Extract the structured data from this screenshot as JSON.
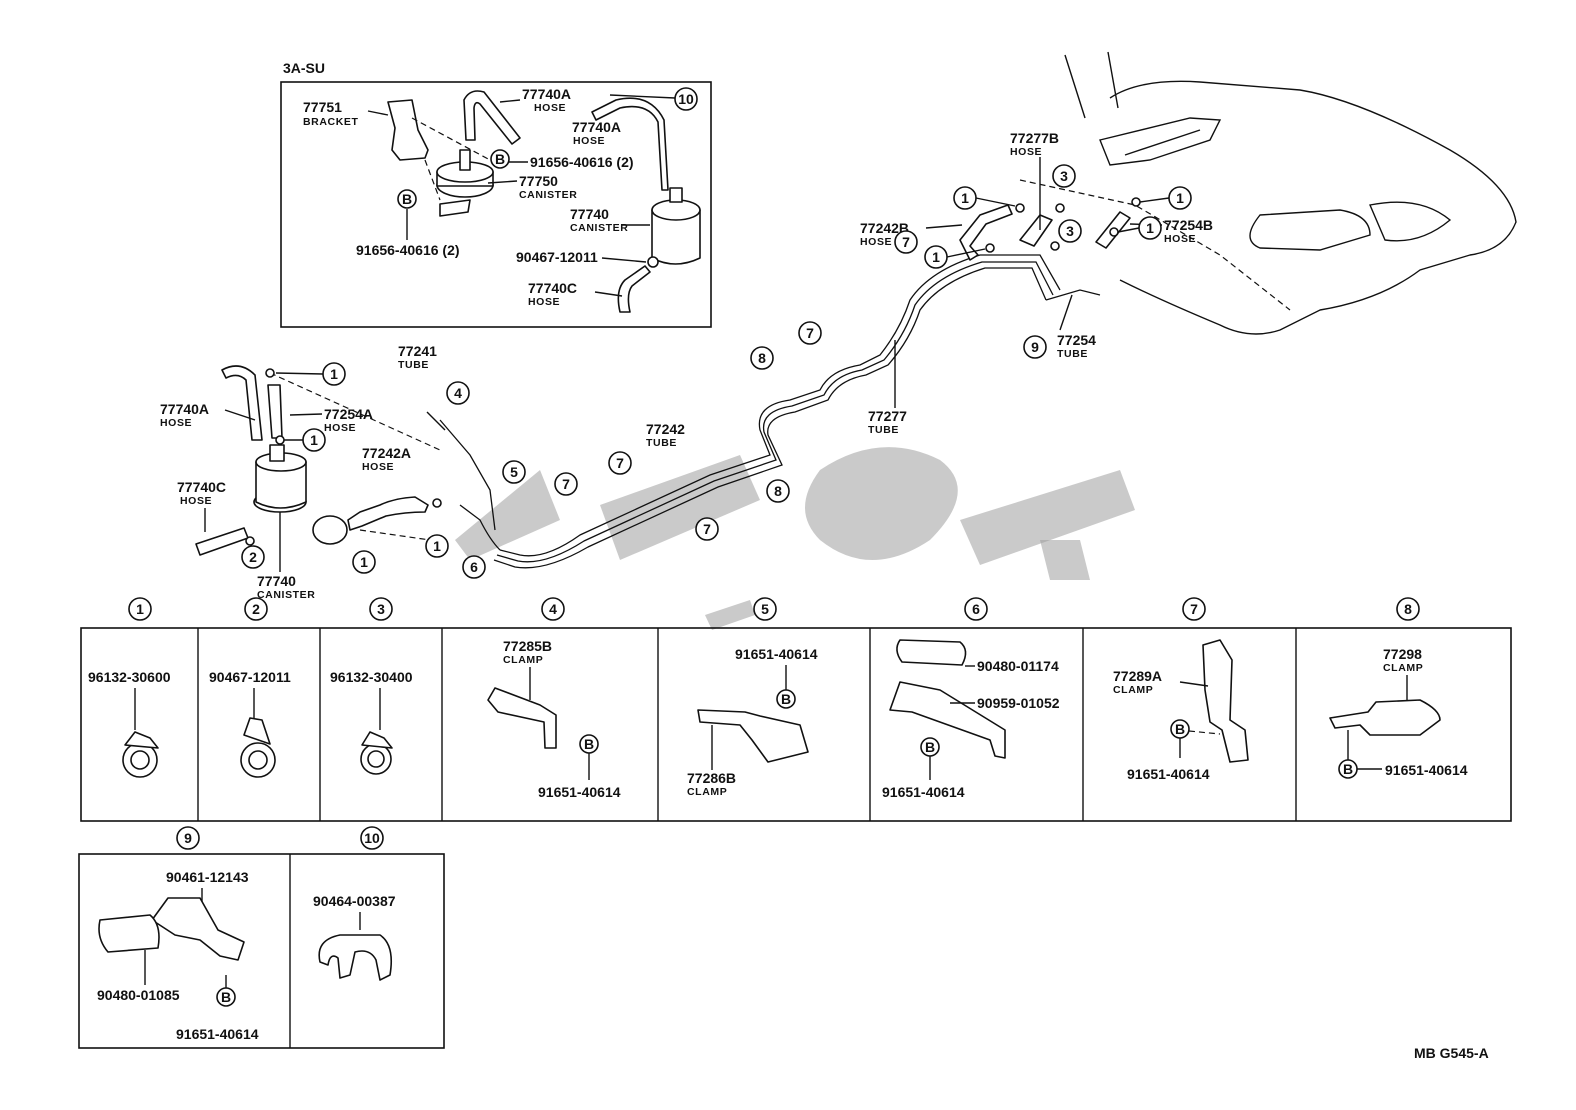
{
  "inset": {
    "title": "3A-SU",
    "labels": [
      {
        "pn": "77751",
        "name": "BRACKET"
      },
      {
        "pn": "77740A",
        "name": "HOSE"
      },
      {
        "pn": "77740A",
        "name": "HOSE"
      },
      {
        "pn": "91656-40616 (2)",
        "name": ""
      },
      {
        "pn": "77750",
        "name": "CANISTER"
      },
      {
        "pn": "77740",
        "name": "CANISTER"
      },
      {
        "pn": "91656-40616 (2)",
        "name": ""
      },
      {
        "pn": "90467-12011",
        "name": ""
      },
      {
        "pn": "77740C",
        "name": "HOSE"
      }
    ]
  },
  "main_labels": [
    {
      "pn": "77740A",
      "name": "HOSE"
    },
    {
      "pn": "77254A",
      "name": "HOSE"
    },
    {
      "pn": "77740C",
      "name": "HOSE"
    },
    {
      "pn": "77740",
      "name": "CANISTER"
    },
    {
      "pn": "77241",
      "name": "TUBE"
    },
    {
      "pn": "77242A",
      "name": "HOSE"
    },
    {
      "pn": "77242",
      "name": "TUBE"
    },
    {
      "pn": "77277",
      "name": "TUBE"
    },
    {
      "pn": "77242B",
      "name": "HOSE"
    },
    {
      "pn": "77277B",
      "name": "HOSE"
    },
    {
      "pn": "77254B",
      "name": "HOSE"
    },
    {
      "pn": "77254",
      "name": "TUBE"
    }
  ],
  "callouts": [
    "1",
    "2",
    "3",
    "4",
    "5",
    "6",
    "7",
    "8",
    "9",
    "10",
    "B"
  ],
  "detail_row1": [
    {
      "num": "1",
      "parts": [
        "96132-30600"
      ]
    },
    {
      "num": "2",
      "parts": [
        "90467-12011"
      ]
    },
    {
      "num": "3",
      "parts": [
        "96132-30400"
      ]
    },
    {
      "num": "4",
      "parts": [
        "77285B",
        "CLAMP",
        "91651-40614"
      ]
    },
    {
      "num": "5",
      "parts": [
        "91651-40614",
        "77286B",
        "CLAMP"
      ]
    },
    {
      "num": "6",
      "parts": [
        "90480-01174",
        "90959-01052",
        "91651-40614"
      ]
    },
    {
      "num": "7",
      "parts": [
        "77289A",
        "CLAMP",
        "91651-40614"
      ]
    },
    {
      "num": "8",
      "parts": [
        "77298",
        "CLAMP",
        "91651-40614"
      ]
    }
  ],
  "detail_row2": [
    {
      "num": "9",
      "parts": [
        "90461-12143",
        "90480-01085",
        "91651-40614"
      ]
    },
    {
      "num": "10",
      "parts": [
        "90464-00387"
      ]
    }
  ],
  "footer": {
    "code": "MB G545-A"
  },
  "icons": [
    "circled-number-icon",
    "bolt-b-icon",
    "watermark-logo"
  ]
}
